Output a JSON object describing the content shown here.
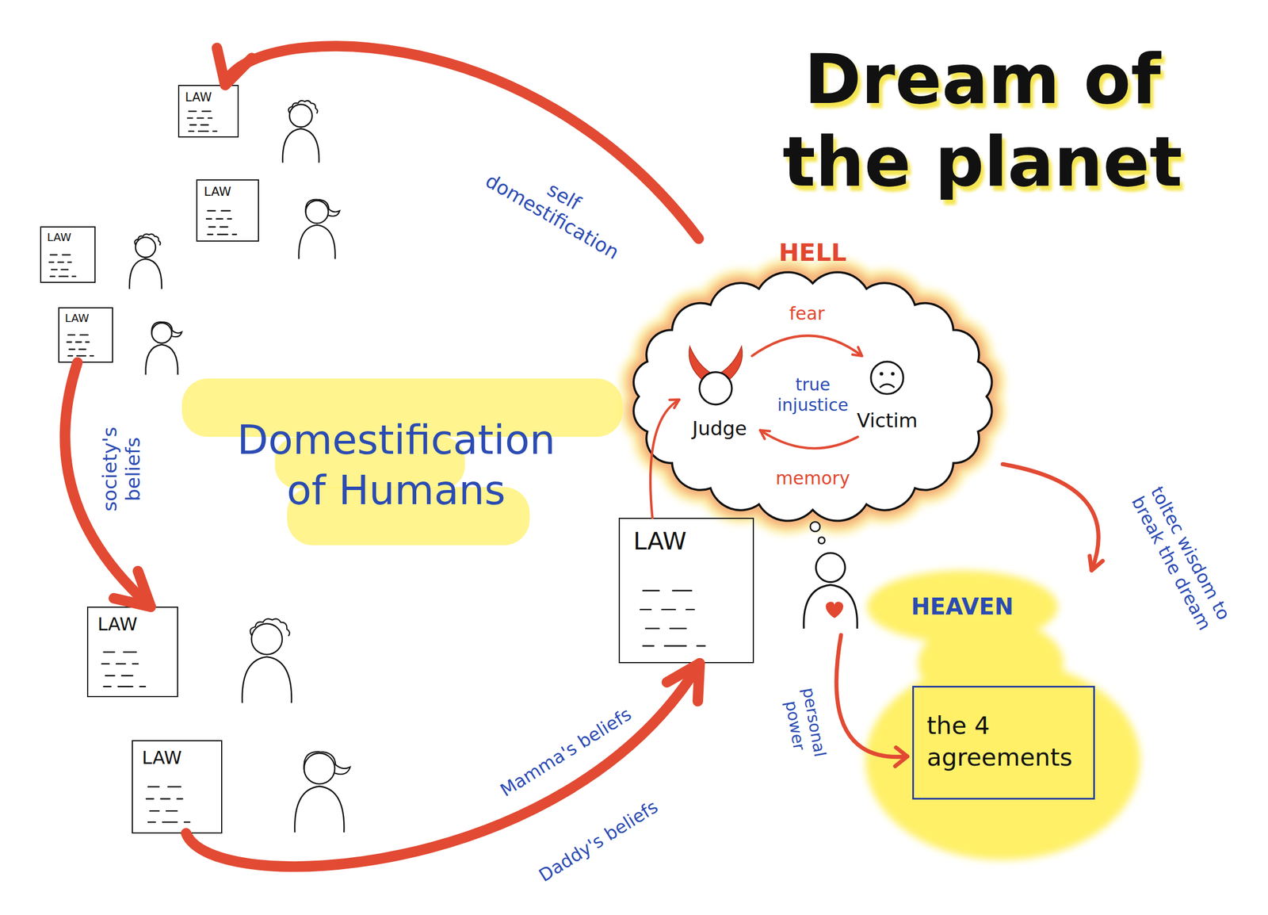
{
  "diagram": {
    "title": "Dream of the planet",
    "nodes": [
      {
        "text": [
          "LAW"
        ]
      },
      {
        "text": [
          "LAW"
        ]
      },
      {
        "text": [
          "LAW"
        ]
      },
      {
        "text": [
          "LAW"
        ]
      },
      {
        "text": [
          "HELL",
          "true injustice"
        ]
      },
      {
        "text": [
          "Judge"
        ],
        "in": 4
      },
      {
        "text": [
          "Victim"
        ],
        "in": 4
      },
      {
        "text": [
          "LAW"
        ]
      },
      {
        "text": [
          "HEAVEN"
        ]
      },
      {
        "text": [
          "the 4 agreements"
        ],
        "in": 8
      },
      {
        "text": [
          "LAW"
        ]
      },
      {
        "text": [
          "LAW"
        ]
      }
    ],
    "edges": [
      {
        "from": 4,
        "to": 0,
        "arrow": "to",
        "label": "self domestification"
      },
      {
        "from": 3,
        "to": 10,
        "arrow": "to",
        "label": "society's beliefs"
      },
      {
        "from": 11,
        "to": 7,
        "arrow": "to",
        "label": "Mamma's beliefs"
      },
      {
        "from": 7,
        "to": 5,
        "arrow": "to"
      },
      {
        "from": 5,
        "to": 6,
        "arrow": "to",
        "label": "fear"
      },
      {
        "from": 6,
        "to": 5,
        "arrow": "to",
        "label": "memory"
      },
      {
        "from": 4,
        "to": 8,
        "arrow": "to",
        "label": "toltec wisdom to break the dream"
      }
    ],
    "labels": [
      "Domestification of Humans",
      "Daddy's beliefs",
      "personal power"
    ]
  }
}
